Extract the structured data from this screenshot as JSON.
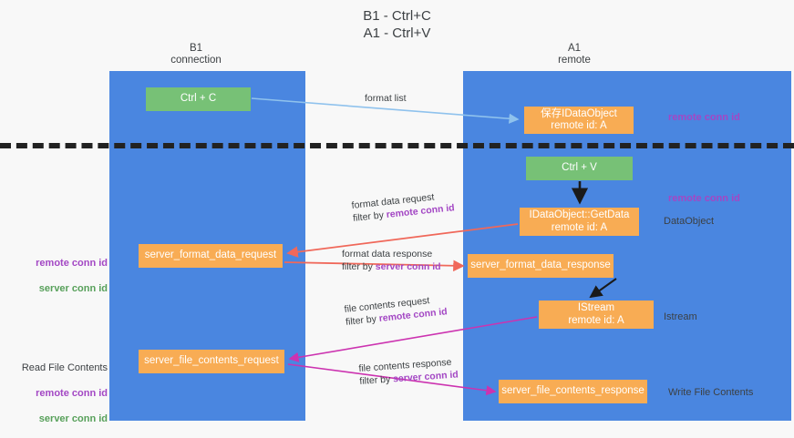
{
  "title": "B1 - Ctrl+C\nA1 - Ctrl+V",
  "columns": {
    "left": "B1\nconnection",
    "right": "A1\nremote"
  },
  "nodes": {
    "ctrl_c": "Ctrl + C",
    "save_dataobject": "保存IDataObject\nremote id: A",
    "ctrl_v": "Ctrl + V",
    "getdata": "IDataObject::GetData\nremote id: A",
    "server_format_data_request": "server_format_data_request",
    "server_format_data_response": "server_format_data_response",
    "istream": "IStream\nremote id: A",
    "server_file_contents_request": "server_file_contents_request",
    "server_file_contents_response": "server_file_contents_response"
  },
  "edge_labels": {
    "format_list": "format list",
    "format_data_request_l1": "format data request",
    "format_data_request_filter_prefix": "filter by ",
    "format_data_request_filter_key": "remote conn id",
    "format_data_response_l1": "format data response",
    "format_data_response_filter_prefix": "filter by ",
    "format_data_response_filter_key": "server conn id",
    "file_contents_request_l1": "file contents request",
    "file_contents_request_filter_prefix": "filter by ",
    "file_contents_request_filter_key": "remote conn id",
    "file_contents_response_l1": "file contents response",
    "file_contents_response_filter_prefix": "filter by ",
    "file_contents_response_filter_key": "server conn id"
  },
  "annotations": {
    "remote_conn_id_top": "remote conn id",
    "remote_conn_id_mid": "remote conn id",
    "dataobject": "DataObject",
    "istream": "Istream",
    "write_file_contents": "Write File Contents",
    "read_file_contents": "Read File Contents",
    "left_remote_conn_id": "remote conn id",
    "left_server_conn_id": "server conn id",
    "left2_remote_conn_id": "remote conn id",
    "left2_server_conn_id": "server conn id"
  },
  "colors": {
    "lane_blue": "#4a86e0",
    "node_green": "#77c176",
    "node_orange": "#f8ac54",
    "accent_purple": "#a347c4",
    "accent_green": "#57a05a",
    "arrow_lightblue": "#8fc2ed",
    "arrow_red": "#f0685a",
    "arrow_magenta": "#cc33b0",
    "arrow_black": "#1a1a1a",
    "background": "#f8f8f8"
  }
}
